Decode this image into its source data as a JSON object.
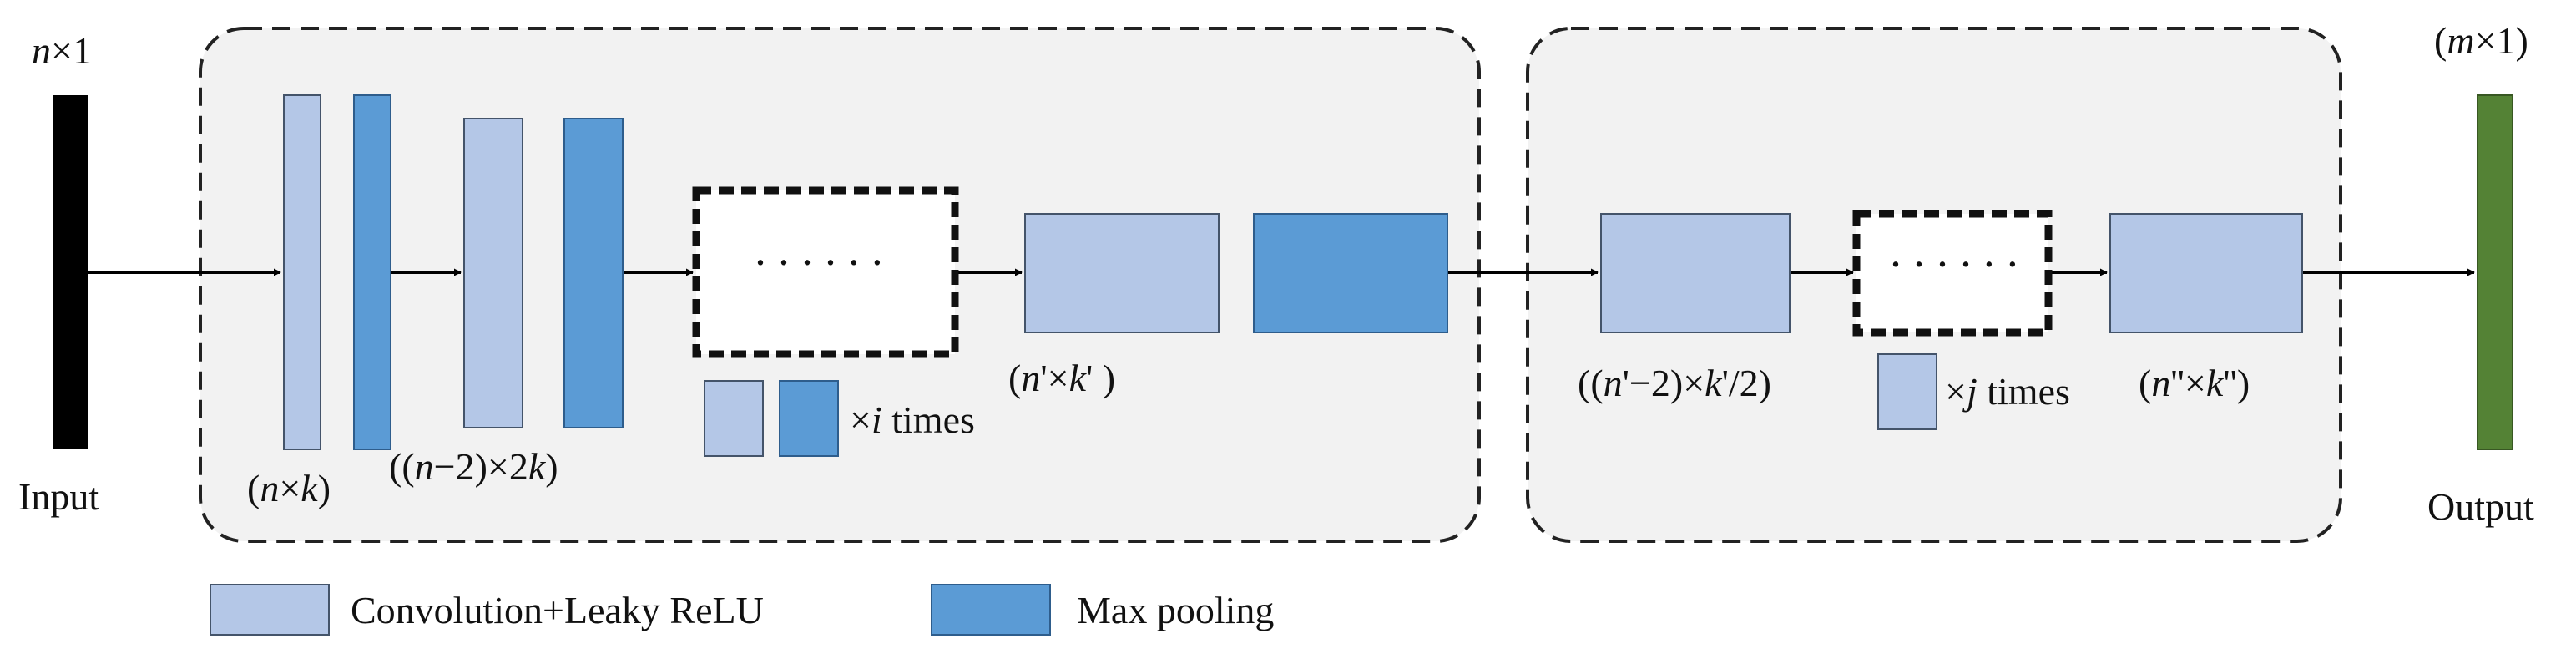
{
  "input": {
    "shape": [
      "n",
      "×1"
    ],
    "label": "Input"
  },
  "output": {
    "shape": [
      "(",
      "m",
      "×1)"
    ],
    "label": "Output"
  },
  "stage1": {
    "block1_dim": [
      "(",
      "n",
      "×",
      "k",
      ")"
    ],
    "block2_dim": [
      "((",
      "n",
      "−2)×2",
      "k",
      ")"
    ],
    "repeat_dots": "······",
    "repeat_text": [
      "×",
      "i",
      " times"
    ],
    "final_dim": [
      "(",
      "n",
      "'×",
      "k",
      "' )"
    ]
  },
  "stage2": {
    "block1_dim": [
      "((",
      "n",
      "'−2)×",
      "k",
      "'/2)"
    ],
    "repeat_dots": "······",
    "repeat_text": [
      "×",
      "j",
      " times"
    ],
    "final_dim": [
      "(",
      "n",
      "''×",
      "k",
      "'')"
    ]
  },
  "legend": {
    "items": [
      {
        "label": "Convolution+Leaky ReLU",
        "color": "#b4c7e7"
      },
      {
        "label": "Max pooling",
        "color": "#5b9bd5"
      }
    ]
  },
  "colors": {
    "conv_block": "#b4c7e7",
    "pool_block": "#5b9bd5",
    "input_bar": "#000000",
    "output_bar": "#548235",
    "stage_fill": "#f2f2f2"
  }
}
